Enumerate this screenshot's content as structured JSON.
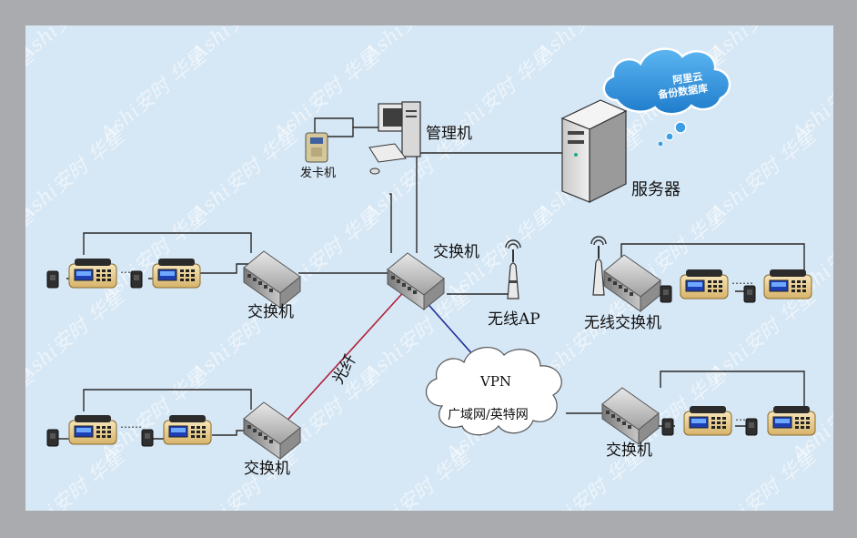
{
  "labels": {
    "management_pc": "管理机",
    "card_issuer": "发卡机",
    "server": "服务器",
    "cloud_line1": "阿里云",
    "cloud_line2": "备份数据库",
    "core_switch": "交换机",
    "wireless_ap": "无线AP",
    "wireless_switch": "无线交换机",
    "fiber": "光纤",
    "vpn_title": "VPN",
    "vpn_subtitle": "广域网/英特网",
    "switch_left_top": "交换机",
    "switch_left_bottom": "交换机",
    "switch_right_bottom": "交换机",
    "dots": "……"
  },
  "watermark": {
    "brand_latin": "Ashi",
    "brand_cn": "安时",
    "maker_cn": "华星"
  },
  "colors": {
    "background": "#d6e7f5",
    "frame": "#a9abae",
    "cloud": "#2f8fd8",
    "fiber_line": "#b0203a",
    "vpn_line": "#1f2d9a",
    "cable": "#2a2a2a"
  }
}
